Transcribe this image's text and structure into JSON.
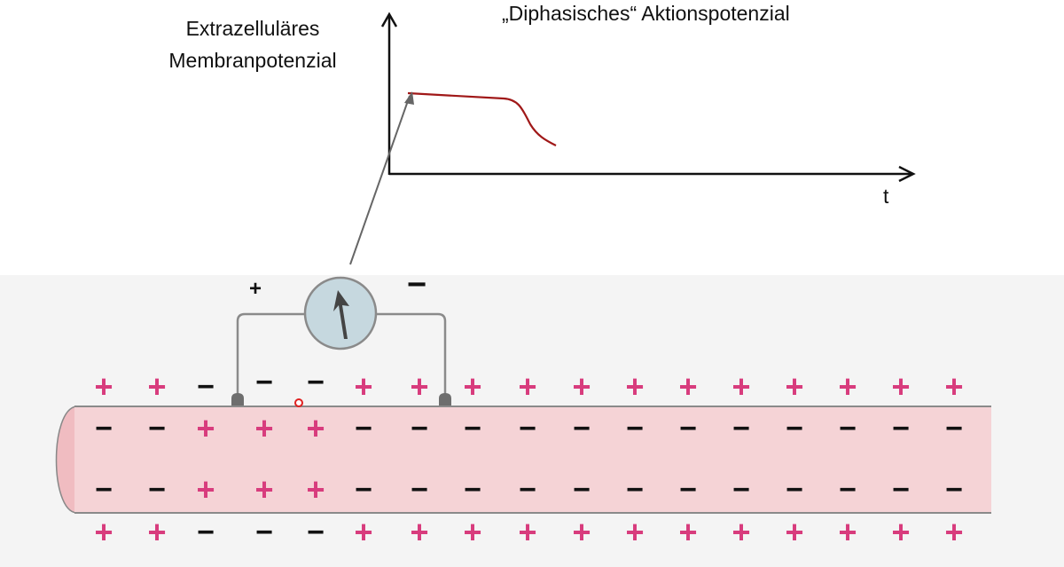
{
  "diagram": {
    "title": "„Diphasisches“ Aktionspotenzial",
    "y_axis_label": "Extrazelluläres Membranpotenzial",
    "x_axis_label": "t",
    "electrode_plus_label": "+",
    "electrode_minus_label": "−",
    "colors": {
      "membrane_fill": "#f5d3d6",
      "plus_sign": "#d83c7d",
      "trace": "#a01818"
    },
    "rows": {
      "outer_top": [
        "+",
        "+",
        "−",
        "−",
        "−",
        "+",
        "+",
        "+",
        "+",
        "+",
        "+",
        "+",
        "+",
        "+",
        "+",
        "+",
        "+"
      ],
      "inner_top": [
        "−",
        "−",
        "+",
        "+",
        "+",
        "−",
        "−",
        "−",
        "−",
        "−",
        "−",
        "−",
        "−",
        "−",
        "−",
        "−",
        "−"
      ],
      "inner_bottom": [
        "−",
        "−",
        "+",
        "+",
        "+",
        "−",
        "−",
        "−",
        "−",
        "−",
        "−",
        "−",
        "−",
        "−",
        "−",
        "−",
        "−"
      ],
      "outer_bottom": [
        "+",
        "+",
        "−",
        "−",
        "−",
        "+",
        "+",
        "+",
        "+",
        "+",
        "+",
        "+",
        "+",
        "+",
        "+",
        "+",
        "+"
      ]
    }
  }
}
